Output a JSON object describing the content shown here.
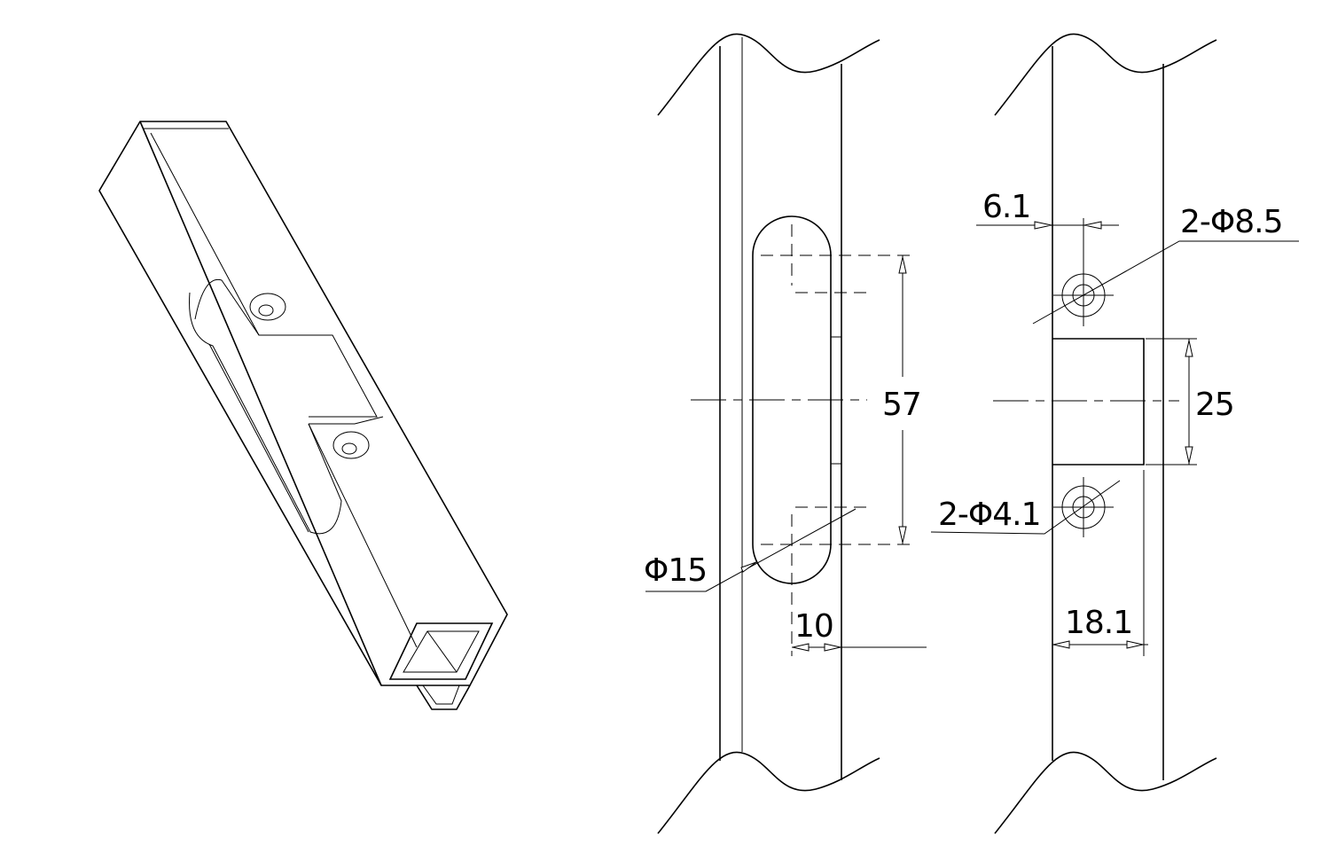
{
  "dimensions": {
    "slot_spacing": "57",
    "slot_diameter": "Φ15",
    "slot_offset": "10",
    "hole_offset": "6.1",
    "counterbore": "2-Φ8.5",
    "through_hole": "2-Φ4.1",
    "pocket_height": "25",
    "pocket_depth": "18.1"
  }
}
